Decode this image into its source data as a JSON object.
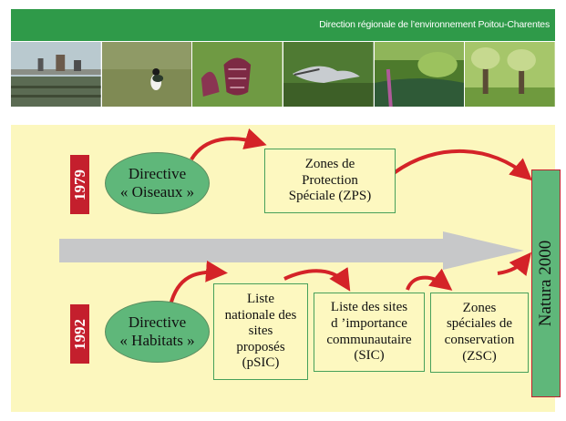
{
  "header": {
    "text": "Direction régionale de l’environnement Poitou-Charentes",
    "bg_color": "#2f9a49"
  },
  "photos": [
    "harbor-icon",
    "lapwing-bird-icon",
    "fritillary-flower-icon",
    "harrier-bird-icon",
    "river-icon",
    "willow-trees-icon"
  ],
  "timeline": {
    "row_1979": {
      "year": "1979",
      "directive": [
        "Directive",
        "« Oiseaux »"
      ],
      "zone": [
        "Zones de",
        "Protection",
        "Spéciale (ZPS)"
      ]
    },
    "row_1992": {
      "year": "1992",
      "directive": [
        "Directive",
        "« Habitats »"
      ],
      "list": [
        "Liste",
        "nationale des",
        "sites",
        "proposés",
        "(pSIC)"
      ],
      "sic": [
        "Liste des sites",
        "d ’importance",
        "communautaire",
        "(SIC)"
      ],
      "zsc": [
        "Zones",
        "spéciales de",
        "conservation",
        "(ZSC)"
      ]
    },
    "natura": "Natura 2000"
  },
  "colors": {
    "panel": "#fcf7be",
    "oval": "#5fb77a",
    "year": "#c41f2d",
    "arrow_red": "#d42328",
    "big_arrow": "#c7c8c9",
    "box_border": "#47a05a"
  }
}
